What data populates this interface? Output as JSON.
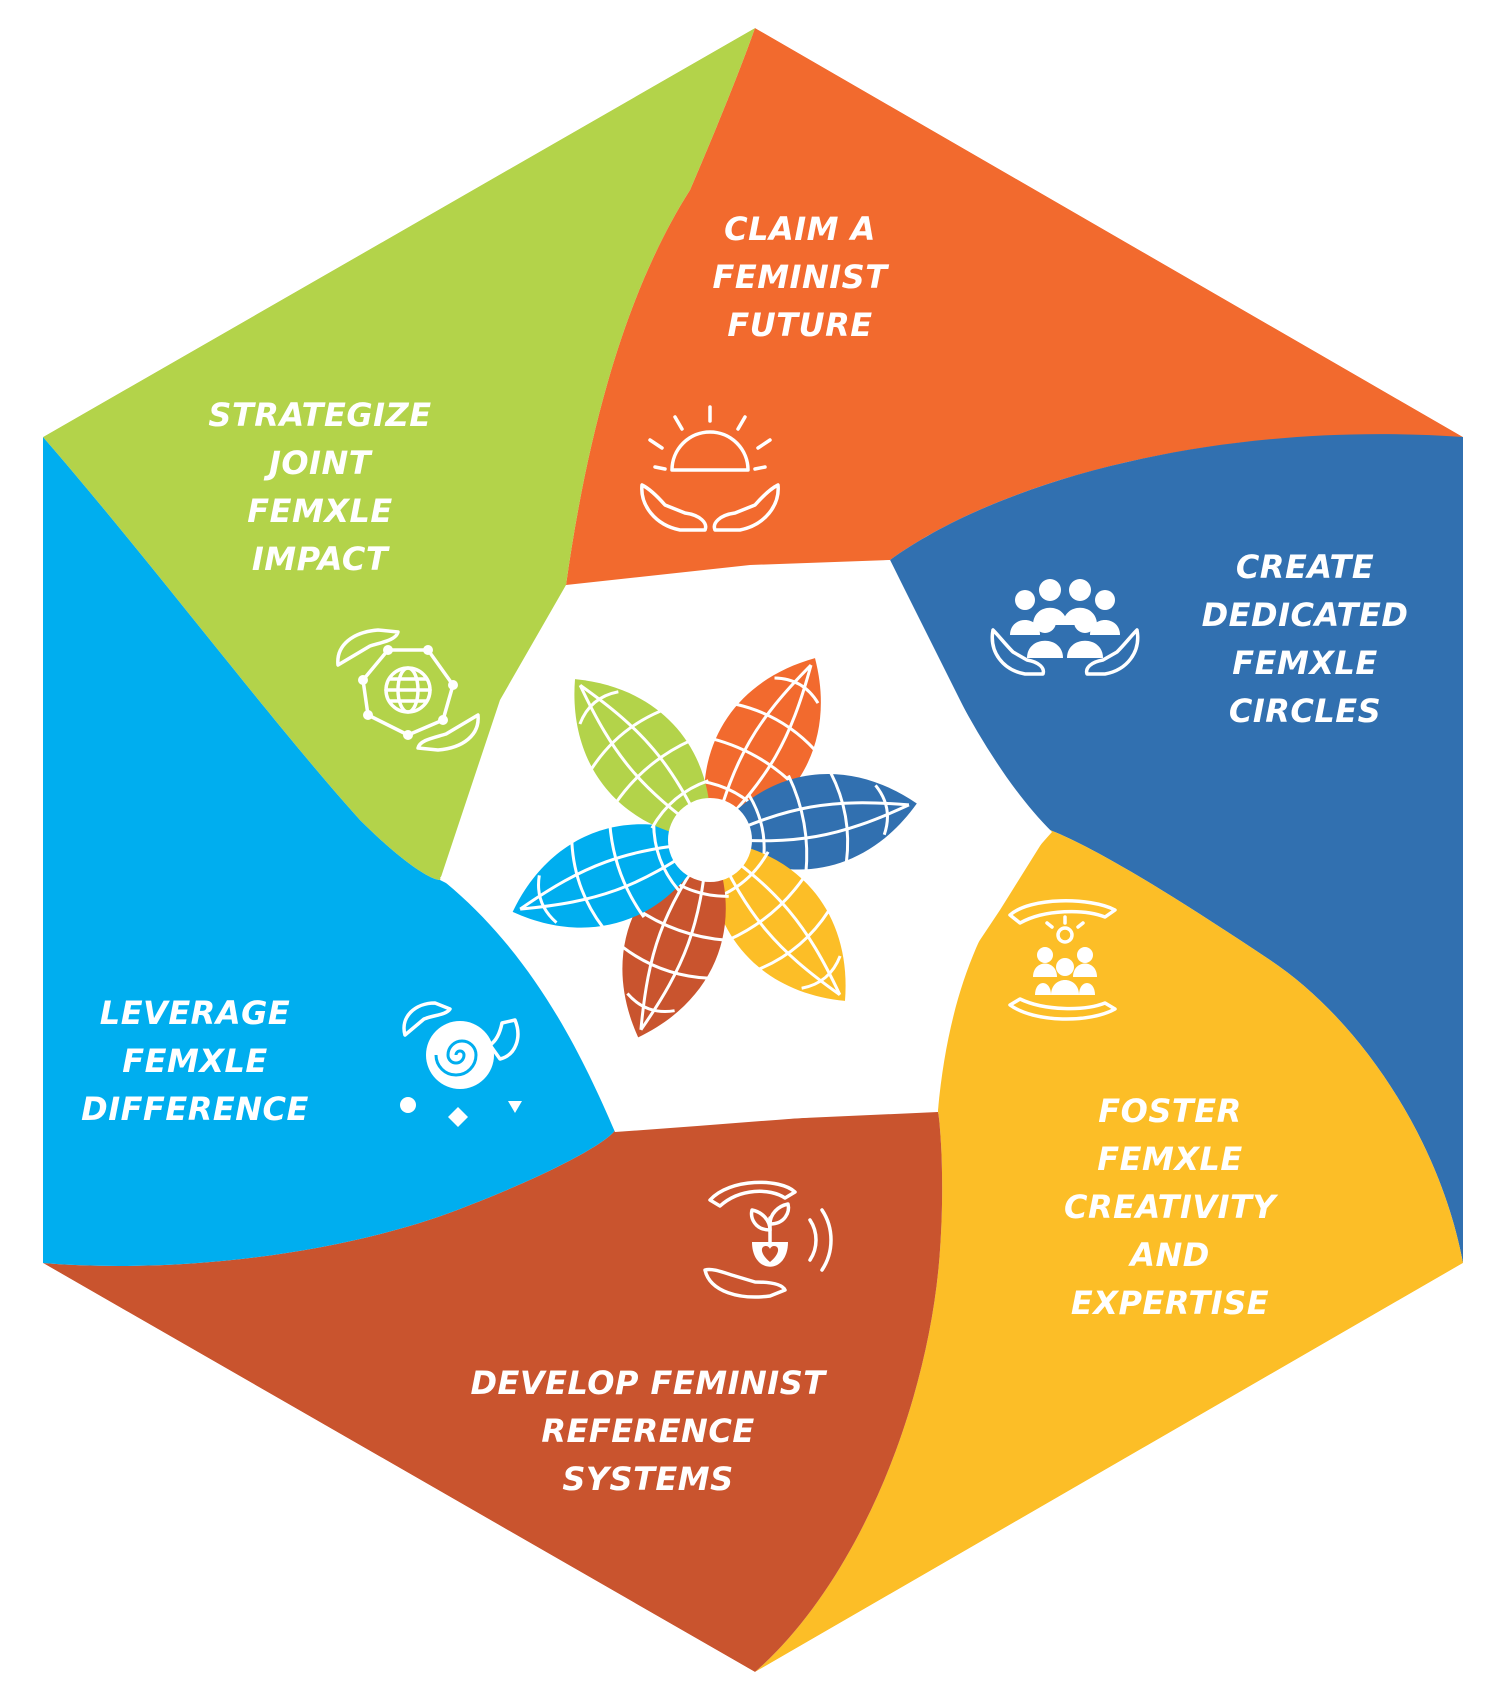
{
  "colors": {
    "orange": "#F26A2E",
    "blue": "#3170B0",
    "yellow": "#FCBE27",
    "rust": "#C9542E",
    "cyan": "#00AEEF",
    "green": "#B3D34A",
    "background": "#FFFFFF",
    "text": "#FFFFFF"
  },
  "segments": [
    {
      "id": "claim",
      "color": "#F26A2E",
      "icon": "sun-hands-icon",
      "lines": [
        "CLAIM A",
        "FEMINIST",
        "FUTURE"
      ]
    },
    {
      "id": "create",
      "color": "#3170B0",
      "icon": "people-group-hands-icon",
      "lines": [
        "CREATE",
        "DEDICATED",
        "FEMXLE",
        "CIRCLES"
      ]
    },
    {
      "id": "foster",
      "color": "#FCBE27",
      "icon": "lightbulb-people-hands-icon",
      "lines": [
        "FOSTER",
        "FEMXLE",
        "CREATIVITY",
        "AND",
        "EXPERTISE"
      ]
    },
    {
      "id": "develop",
      "color": "#C9542E",
      "icon": "sprout-heart-hands-icon",
      "lines": [
        "DEVELOP FEMINIST",
        "REFERENCE",
        "SYSTEMS"
      ]
    },
    {
      "id": "leverage",
      "color": "#00AEEF",
      "icon": "nautilus-shell-hands-icon",
      "lines": [
        "LEVERAGE",
        "FEMXLE",
        "DIFFERENCE"
      ]
    },
    {
      "id": "strategize",
      "color": "#B3D34A",
      "icon": "globe-network-hands-icon",
      "lines": [
        "STRATEGIZE",
        "JOINT",
        "FEMXLE",
        "IMPACT"
      ]
    }
  ],
  "center": {
    "icon": "six-petal-flower-logo-icon",
    "petal_colors": [
      "#F26A2E",
      "#3170B0",
      "#FCBE27",
      "#C9542E",
      "#00AEEF",
      "#B3D34A"
    ]
  }
}
